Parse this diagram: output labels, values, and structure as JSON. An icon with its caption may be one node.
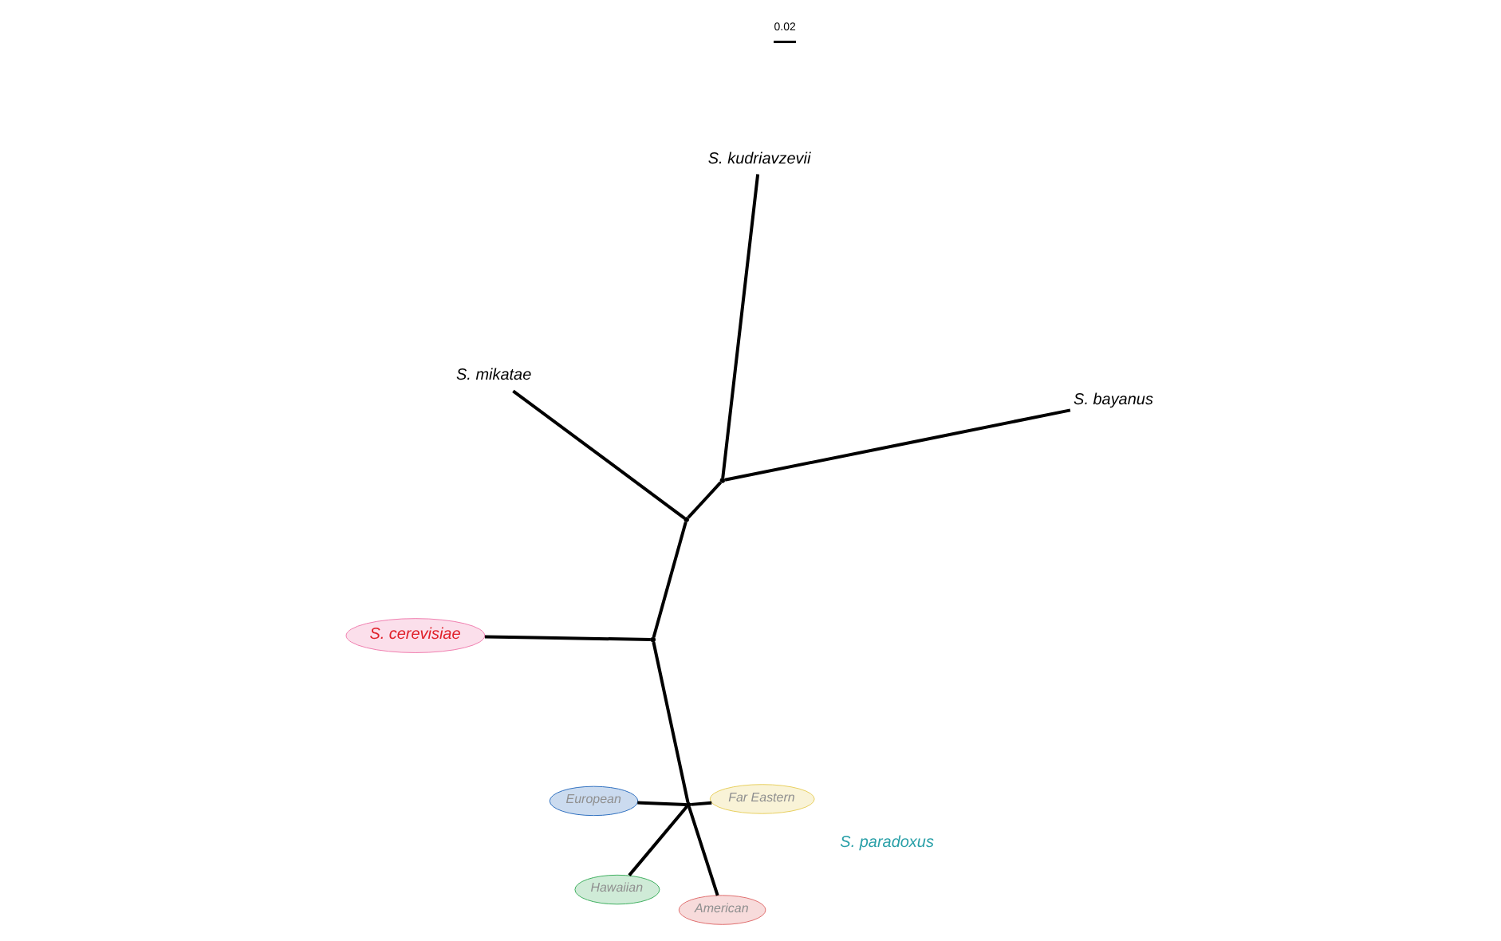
{
  "diagram": {
    "nodes": [
      {
        "text": [
          "S. cerevisiae"
        ]
      },
      {
        "text": [
          "S. bayanus"
        ]
      },
      {
        "text": [],
        "shape": "point"
      },
      {
        "text": [],
        "shape": "point"
      },
      {
        "text": [],
        "shape": "point"
      },
      {
        "text": [
          "European"
        ]
      },
      {
        "text": [
          "Hawaiian"
        ]
      },
      {
        "text": [],
        "shape": "point"
      },
      {
        "text": [
          "Far Eastern"
        ]
      },
      {
        "text": [
          "American"
        ]
      },
      {
        "text": [
          "S. kudriavzevii"
        ]
      },
      {
        "text": [
          "S. mikatae"
        ]
      }
    ],
    "edges": [
      {
        "from": 2,
        "to": 0,
        "arrow": "none"
      },
      {
        "from": 2,
        "to": 7,
        "arrow": "none"
      },
      {
        "from": 2,
        "to": 3,
        "arrow": "none"
      },
      {
        "from": 3,
        "to": 11,
        "arrow": "none"
      },
      {
        "from": 3,
        "to": 4,
        "arrow": "none"
      },
      {
        "from": 4,
        "to": 1,
        "arrow": "none"
      },
      {
        "from": 4,
        "to": 10,
        "arrow": "none"
      },
      {
        "from": 7,
        "to": 5,
        "arrow": "none"
      },
      {
        "from": 7,
        "to": 8,
        "arrow": "none"
      },
      {
        "from": 7,
        "to": 6,
        "arrow": "none"
      },
      {
        "from": 7,
        "to": 9,
        "arrow": "none"
      }
    ],
    "labels": [
      "S. paradoxus",
      "0.02"
    ]
  }
}
